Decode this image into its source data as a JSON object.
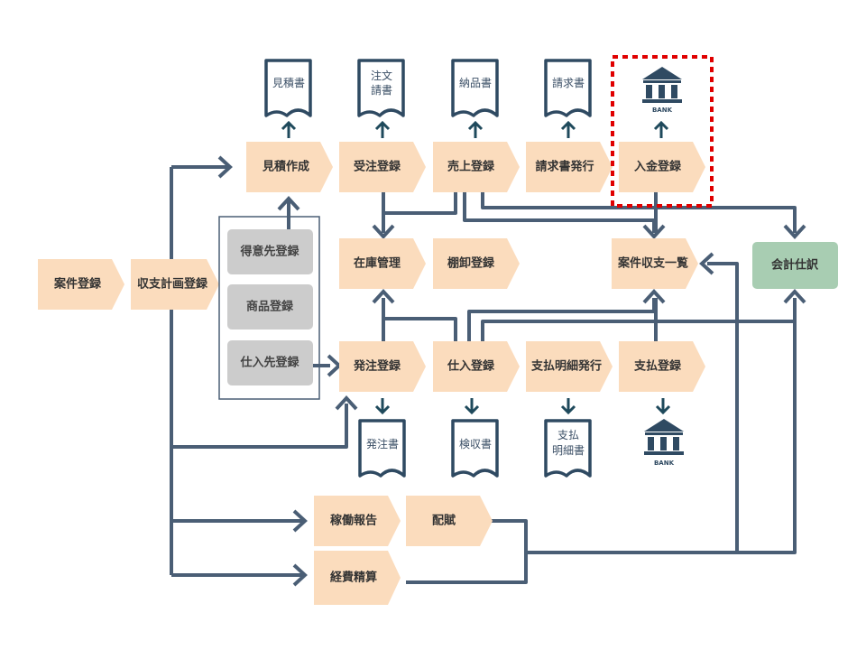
{
  "steps": {
    "case_registration": "案件登録",
    "budget_plan_registration": "収支計画登録",
    "estimate_creation": "見積作成",
    "order_received_registration": "受注登録",
    "sales_registration": "売上登録",
    "invoice_issue": "請求書発行",
    "payment_received_registration": "入金登録",
    "inventory_management": "在庫管理",
    "stocktaking_registration": "棚卸登録",
    "case_balance_list": "案件収支一覧",
    "purchase_order_registration": "発注登録",
    "purchase_registration": "仕入登録",
    "payment_statement_issue": "支払明細発行",
    "payment_registration": "支払登録",
    "work_report": "稼働報告",
    "allocation": "配賦",
    "expense_settlement": "経費精算"
  },
  "masters": {
    "customer_registration": "得意先登録",
    "product_registration": "商品登録",
    "supplier_registration": "仕入先登録"
  },
  "accounting": {
    "journal_entry": "会計仕訳"
  },
  "documents": {
    "estimate": "見積書",
    "order_acceptance_line1": "注文",
    "order_acceptance_line2": "請書",
    "delivery_note": "納品書",
    "invoice": "請求書",
    "purchase_order": "発注書",
    "inspection_certificate": "検収書",
    "payment_statement_line1": "支払",
    "payment_statement_line2": "明細書"
  },
  "bank": {
    "label": "BANK",
    "icon": "bank-icon"
  },
  "colors": {
    "process_step": "#fbdcbd",
    "master_data": "#cccccc",
    "accounting": "#a8cdb2",
    "flow_line": "#4a5e75",
    "document_outline": "#2f4a62",
    "highlight": "#e00000"
  }
}
